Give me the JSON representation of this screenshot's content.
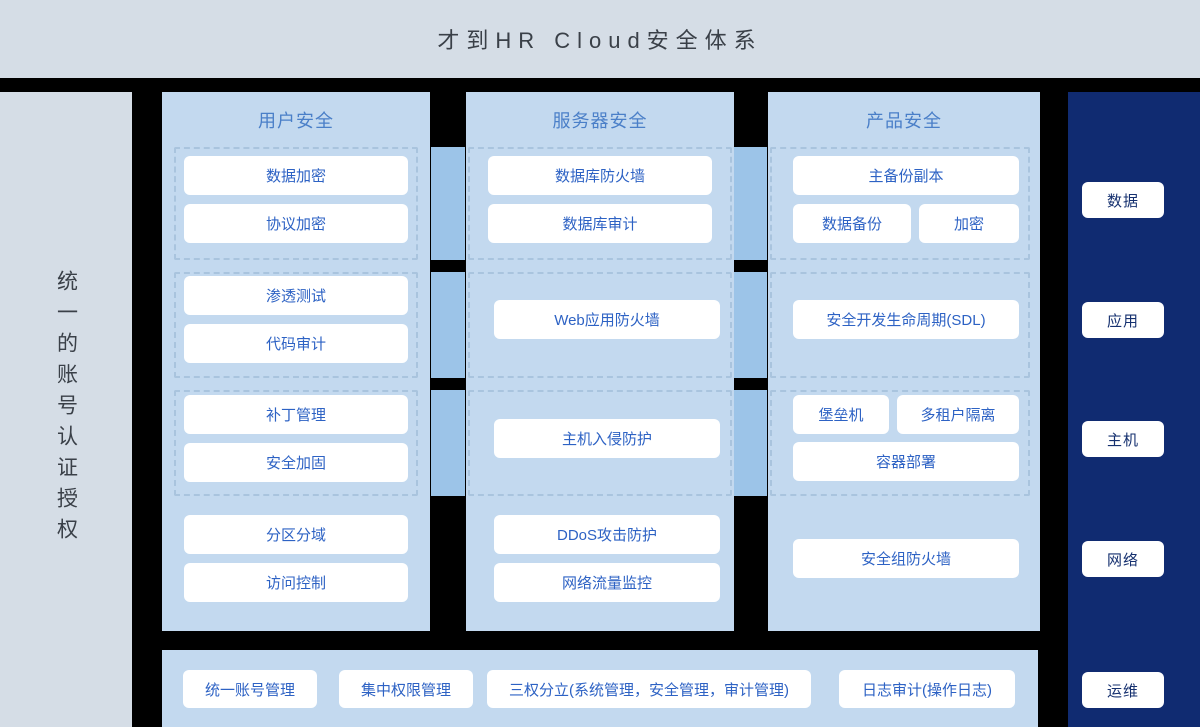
{
  "title": "才到HR Cloud安全体系",
  "left_sidebar": {
    "label": "统一的账号认证授权"
  },
  "columns": [
    {
      "header": "用户安全",
      "groups": [
        {
          "items": [
            "数据加密",
            "协议加密"
          ]
        },
        {
          "items": [
            "渗透测试",
            "代码审计"
          ]
        },
        {
          "items": [
            "补丁管理",
            "安全加固"
          ]
        }
      ],
      "ungrouped": [
        "分区分域",
        "访问控制"
      ]
    },
    {
      "header": "服务器安全",
      "groups": [
        {
          "items": [
            "数据库防火墙",
            "数据库审计"
          ]
        },
        {
          "items": [
            "Web应用防火墙"
          ]
        },
        {
          "items": [
            "主机入侵防护"
          ]
        }
      ],
      "ungrouped": [
        "DDoS攻击防护",
        "网络流量监控"
      ]
    },
    {
      "header": "产品安全",
      "groups": [
        {
          "items": [
            "主备份副本",
            "数据备份",
            "加密"
          ]
        },
        {
          "items": [
            "安全开发生命周期(SDL)"
          ]
        },
        {
          "items": [
            "堡垒机",
            "多租户隔离",
            "容器部署"
          ]
        }
      ],
      "ungrouped": [
        "安全组防火墙"
      ]
    }
  ],
  "right_sidebar": {
    "pills": [
      "数据",
      "应用",
      "主机",
      "网络",
      "运维"
    ]
  },
  "bottom_bar": {
    "items": [
      "统一账号管理",
      "集中权限管理",
      "三权分立(系统管理，安全管理，审计管理)",
      "日志审计(操作日志)"
    ]
  },
  "colors": {
    "page_background": "#000000",
    "header_background": "#d5dde6",
    "column_background": "#c3d9ef",
    "connector": "#9cc4e8",
    "group_border": "#a9c4de",
    "item_background": "#ffffff",
    "item_text": "#2d62c4",
    "column_header_text": "#4a7fc8",
    "title_text": "#3a4048",
    "right_sidebar_background": "#102b71",
    "right_pill_text": "#15306f"
  }
}
